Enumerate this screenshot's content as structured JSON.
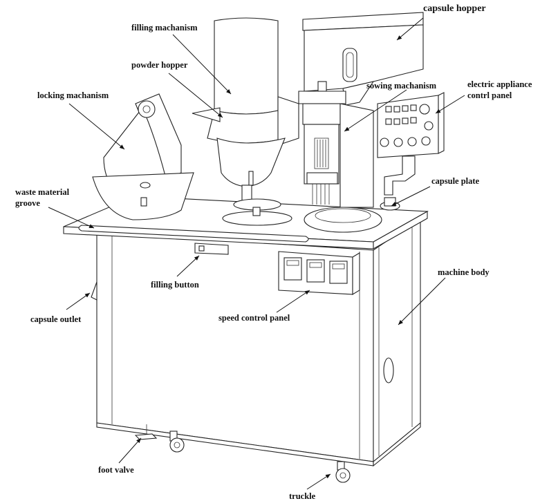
{
  "labels": {
    "capsule_hopper": "capsule hopper",
    "filling_mechanism": "filling machanism",
    "powder_hopper": "powder hopper",
    "locking_mechanism": "locking machanism",
    "sowing_mechanism": "sowing machanism",
    "electric_panel_line1": "electric appliance",
    "electric_panel_line2": "contrl panel",
    "waste_groove_line1": "waste material",
    "waste_groove_line2": "groove",
    "capsule_plate": "capsule plate",
    "filling_button": "filling button",
    "machine_body": "machine body",
    "capsule_outlet": "capsule outlet",
    "speed_control_panel": "speed control panel",
    "foot_valve": "foot valve",
    "truckle": "truckle"
  },
  "colors": {
    "line": "#222222",
    "text": "#111111",
    "background": "#ffffff"
  }
}
